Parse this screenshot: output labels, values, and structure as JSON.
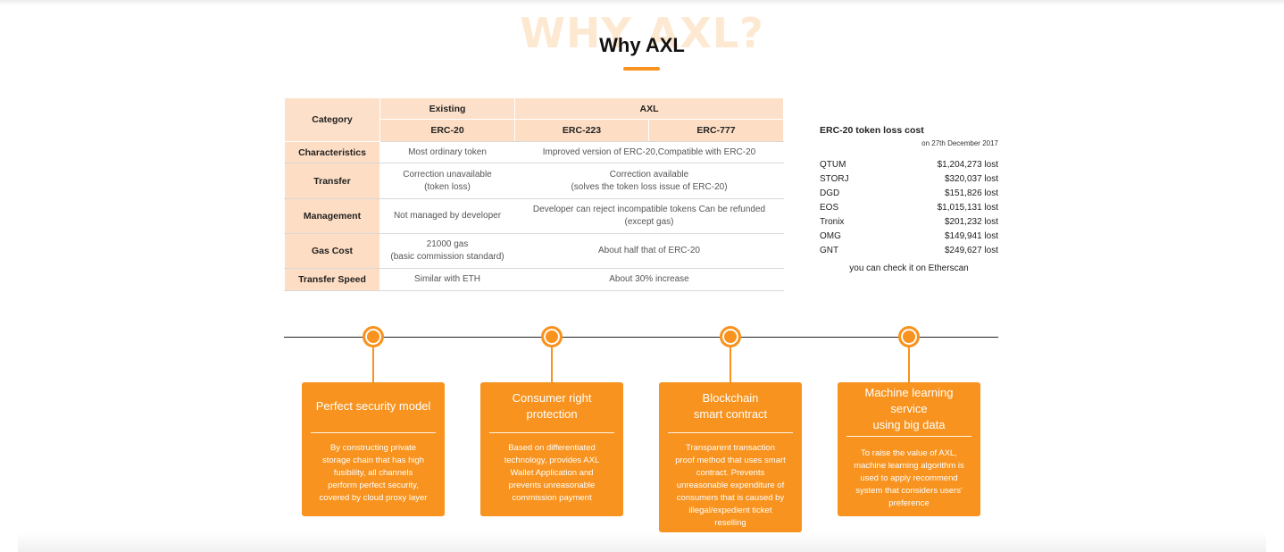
{
  "header": {
    "bg_title": "WHY AXL?",
    "title": "Why AXL"
  },
  "table": {
    "category_label": "Category",
    "existing_label": "Existing",
    "axl_label": "AXL",
    "erc20": "ERC-20",
    "erc223": "ERC-223",
    "erc777": "ERC-777",
    "rows": [
      {
        "label": "Characteristics",
        "existing": "Most ordinary token",
        "axl": "Improved version of ERC-20,Compatible with ERC-20"
      },
      {
        "label": "Transfer",
        "existing": "Correction unavailable\n(token loss)",
        "axl": "Correction available\n(solves the token loss issue of ERC-20)"
      },
      {
        "label": "Management",
        "existing": "Not managed by developer",
        "axl": "Developer can reject incompatible tokens Can be refunded\n(except gas)"
      },
      {
        "label": "Gas Cost",
        "existing": "21000 gas\n(basic commission standard)",
        "axl": "About half that of ERC-20"
      },
      {
        "label": "Transfer Speed",
        "existing": "Similar with ETH",
        "axl": "About 30% increase"
      }
    ]
  },
  "loss": {
    "title": "ERC-20 token loss cost",
    "date": "on 27th December 2017",
    "items": [
      {
        "token": "QTUM",
        "amount": "$1,204,273 lost"
      },
      {
        "token": "STORJ",
        "amount": "$320,037 lost"
      },
      {
        "token": "DGD",
        "amount": "$151,826 lost"
      },
      {
        "token": "EOS",
        "amount": "$1,015,131 lost"
      },
      {
        "token": "Tronix",
        "amount": "$201,232 lost"
      },
      {
        "token": "OMG",
        "amount": "$149,941 lost"
      },
      {
        "token": "GNT",
        "amount": "$249,627 lost"
      }
    ],
    "note": "you can check it on Etherscan"
  },
  "cards": [
    {
      "title": "Perfect security model",
      "text": "By constructing private\nstorage chain that has high\nfusibility, all channels\nperform perfect security,\ncovered by cloud proxy layer"
    },
    {
      "title": "Consumer right\nprotection",
      "text": "Based on differentiated\ntechnology, provides AXL\nWallet Application and\nprevents unreasonable\ncommission payment"
    },
    {
      "title": "Blockchain\nsmart contract",
      "text": "Transparent transaction\nproof method that uses smart\ncontract. Prevents\nunreasonable expenditure of\nconsumers that is caused by\nillegal/expedient ticket\nreselling"
    },
    {
      "title": "Machine learning\nservice\nusing big data",
      "text": "To raise the value of AXL,\nmachine learning algorithm is\nused to apply recommend\nsystem that considers users'\npreference"
    }
  ],
  "colors": {
    "accent": "#f7931e",
    "table_header": "#fdddc3",
    "title_shadow": "#fde9d2"
  }
}
